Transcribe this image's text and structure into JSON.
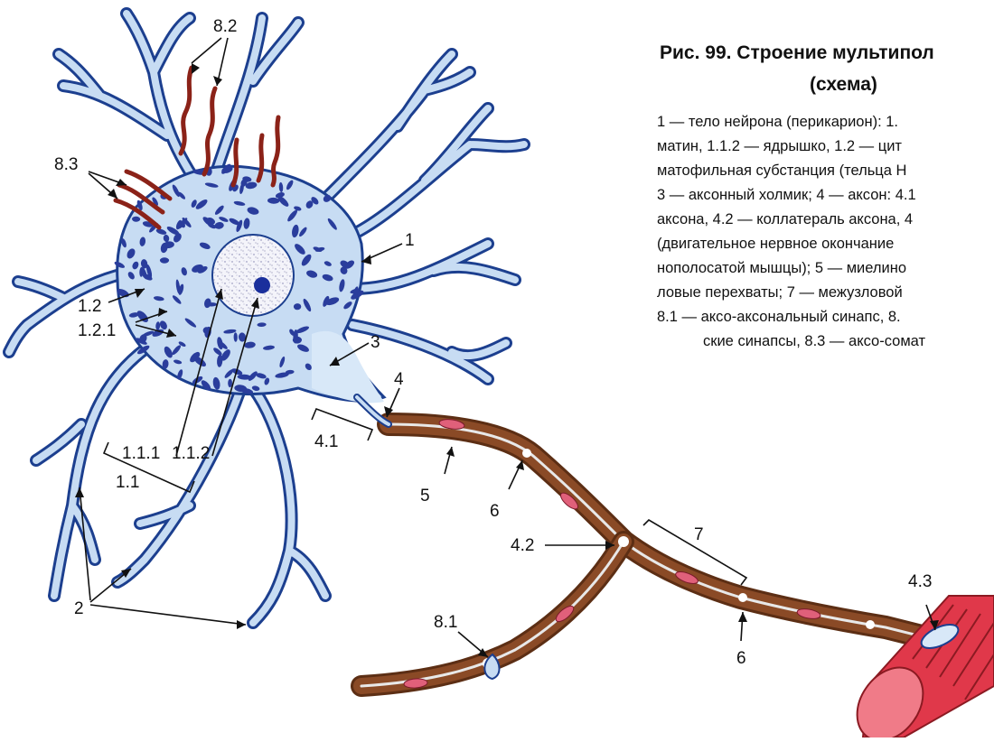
{
  "figure": {
    "title": "Рис. 99. Строение мультипол",
    "subtitle": "(схема)",
    "legend_lines": [
      "1 — тело нейрона (перикарион): 1.",
      "матин, 1.1.2 — ядрышко, 1.2 — цит",
      "матофильная субстанция (тельца Н",
      "3 — аксонный холмик; 4 — аксон: 4.1",
      "аксона, 4.2 — коллатераль аксона, 4",
      "(двигательное нервное окончание",
      "нополосатой мышцы); 5 — миелино",
      "ловые перехваты; 7 — межузловой",
      "8.1 — аксо-аксональный синапс, 8.",
      "ские синапсы, 8.3 — аксо-сомат"
    ]
  },
  "labels": {
    "l_8_2": "8.2",
    "l_8_3": "8.3",
    "l_1": "1",
    "l_1_2": "1.2",
    "l_1_2_1": "1.2.1",
    "l_3": "3",
    "l_4": "4",
    "l_4_1": "4.1",
    "l_1_1_1": "1.1.1",
    "l_1_1_2": "1.1.2",
    "l_1_1": "1.1",
    "l_5": "5",
    "l_6a": "6",
    "l_4_2": "4.2",
    "l_7": "7",
    "l_2": "2",
    "l_8_1": "8.1",
    "l_4_3": "4.3",
    "l_6b": "6"
  },
  "colors": {
    "cytoplasm": "#c7dcf3",
    "outline": "#1c3f8f",
    "nissl": "#2a3d9c",
    "nucleus": "#f2f2f8",
    "nucleolus": "#1a2f9c",
    "hillock": "#d8e8f8",
    "myelin": "#8a4a26",
    "myelin_dark": "#5c2e14",
    "axon_core": "#e8e8e8",
    "schwann_nucleus": "#e0607a",
    "synapse": "#8b2218",
    "muscle": "#e0384a",
    "muscle_light": "#f07b88"
  }
}
